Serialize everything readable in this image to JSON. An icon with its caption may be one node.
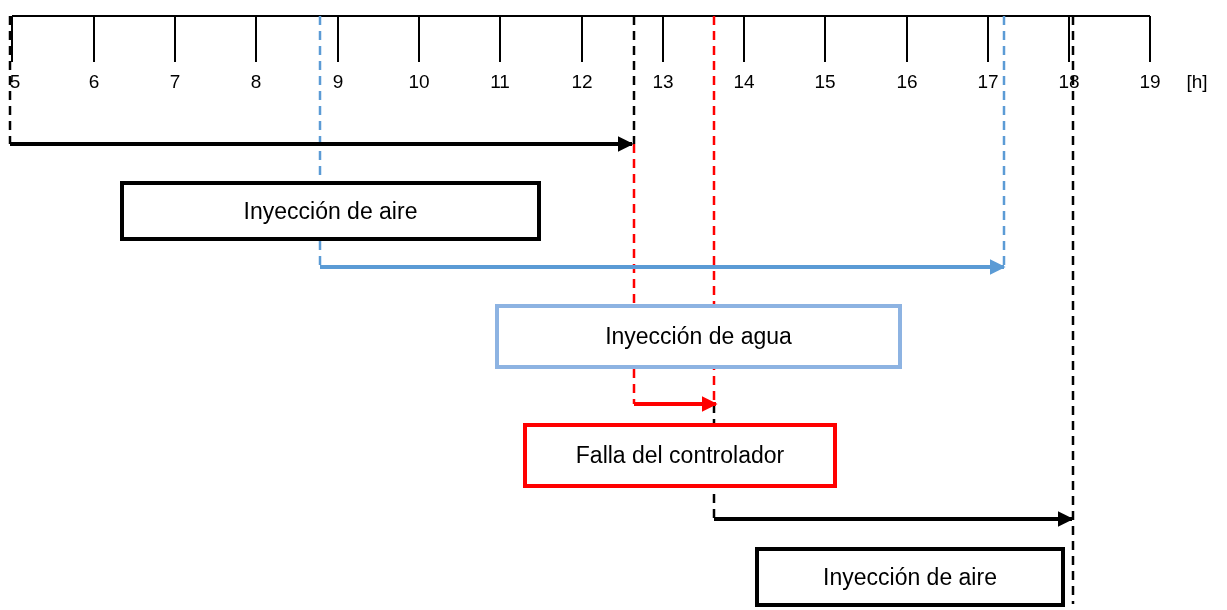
{
  "diagram": {
    "nodes": [
      {
        "text": [
          "Inyección de aire"
        ]
      },
      {
        "text": [
          "Inyección de agua"
        ]
      },
      {
        "text": [
          "Falla del controlador"
        ]
      },
      {
        "text": [
          "Inyección de aire"
        ]
      }
    ],
    "labels": [
      "5",
      "6",
      "7",
      "8",
      "9",
      "10",
      "11",
      "12",
      "13",
      "14",
      "15",
      "16",
      "17",
      "18",
      "19",
      "[h]"
    ]
  }
}
